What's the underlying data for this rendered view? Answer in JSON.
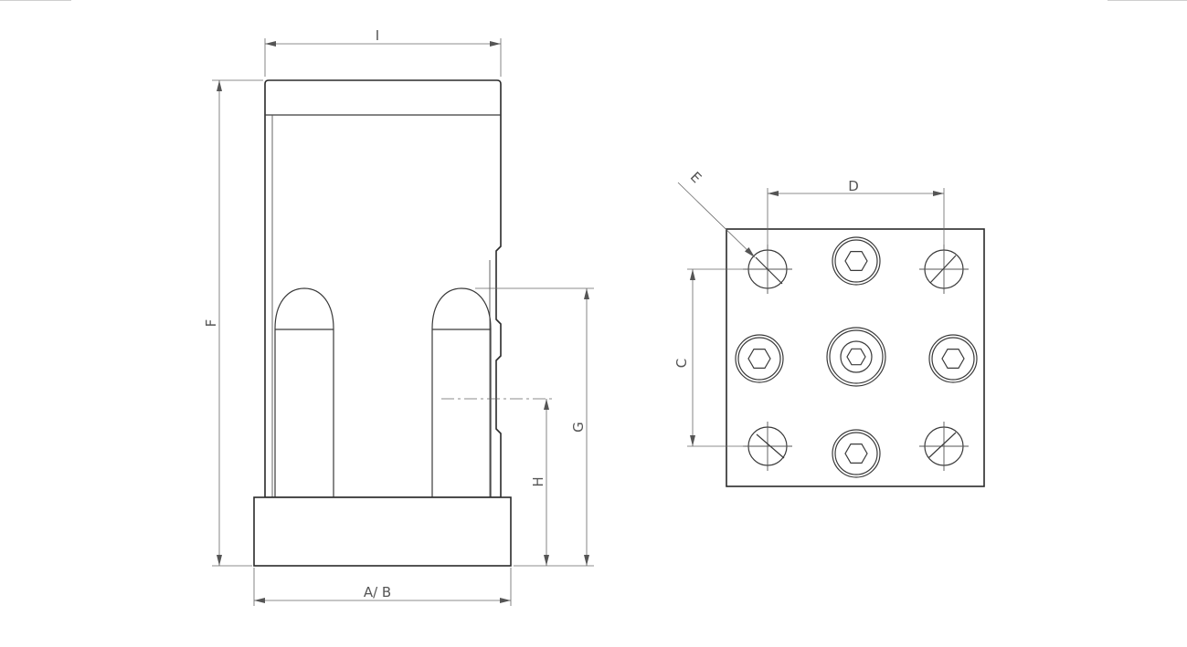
{
  "drawing": {
    "dimension_labels": {
      "i": "I",
      "f": "F",
      "g": "G",
      "h": "H",
      "ab": "A/ B",
      "c": "C",
      "d": "D",
      "e": "E"
    }
  }
}
